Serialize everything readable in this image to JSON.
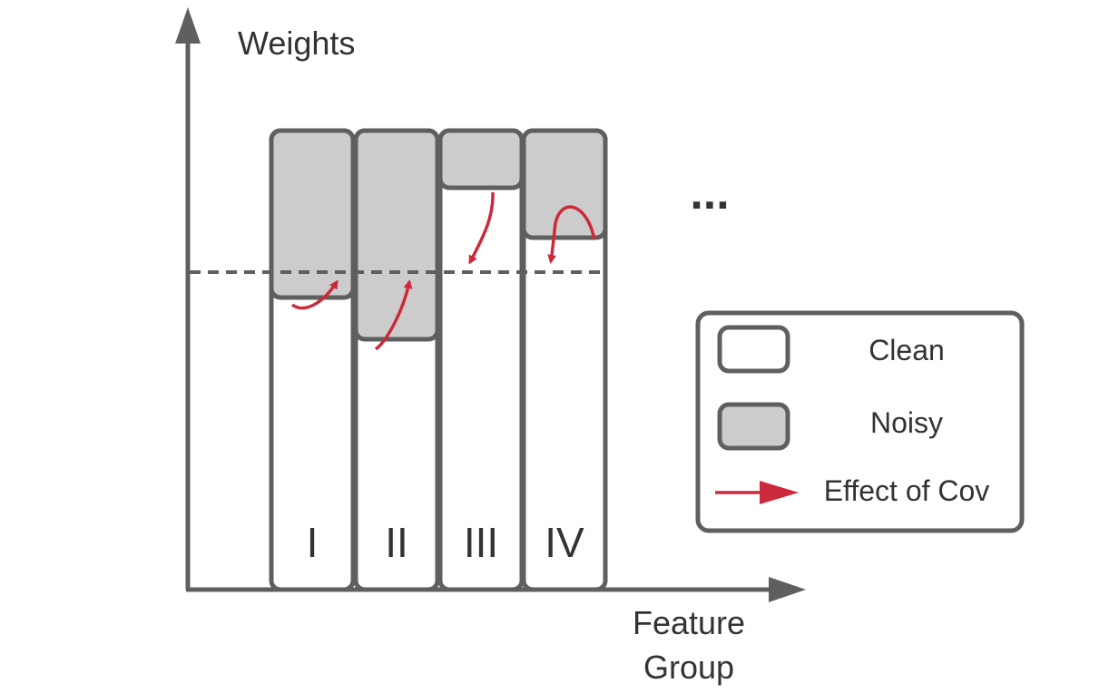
{
  "axes": {
    "y_label": "Weights",
    "x_label_line1": "Feature",
    "x_label_line2": "Group"
  },
  "groups": [
    {
      "label": "I",
      "clean_fraction": 0.64,
      "arrow": "up"
    },
    {
      "label": "II",
      "clean_fraction": 0.55,
      "arrow": "up"
    },
    {
      "label": "III",
      "clean_fraction": 0.88,
      "arrow": "down"
    },
    {
      "label": "IV",
      "clean_fraction": 0.76,
      "arrow": "down-curl"
    }
  ],
  "ellipsis": "...",
  "legend": {
    "clean": "Clean",
    "noisy": "Noisy",
    "effect": "Effect of Cov"
  },
  "colors": {
    "axis": "#5f5f5f",
    "outline": "#5f5f5f",
    "noisy_fill": "#cccccc",
    "clean_fill": "#ffffff",
    "arrow": "#cc2a3a",
    "text": "#333333"
  }
}
